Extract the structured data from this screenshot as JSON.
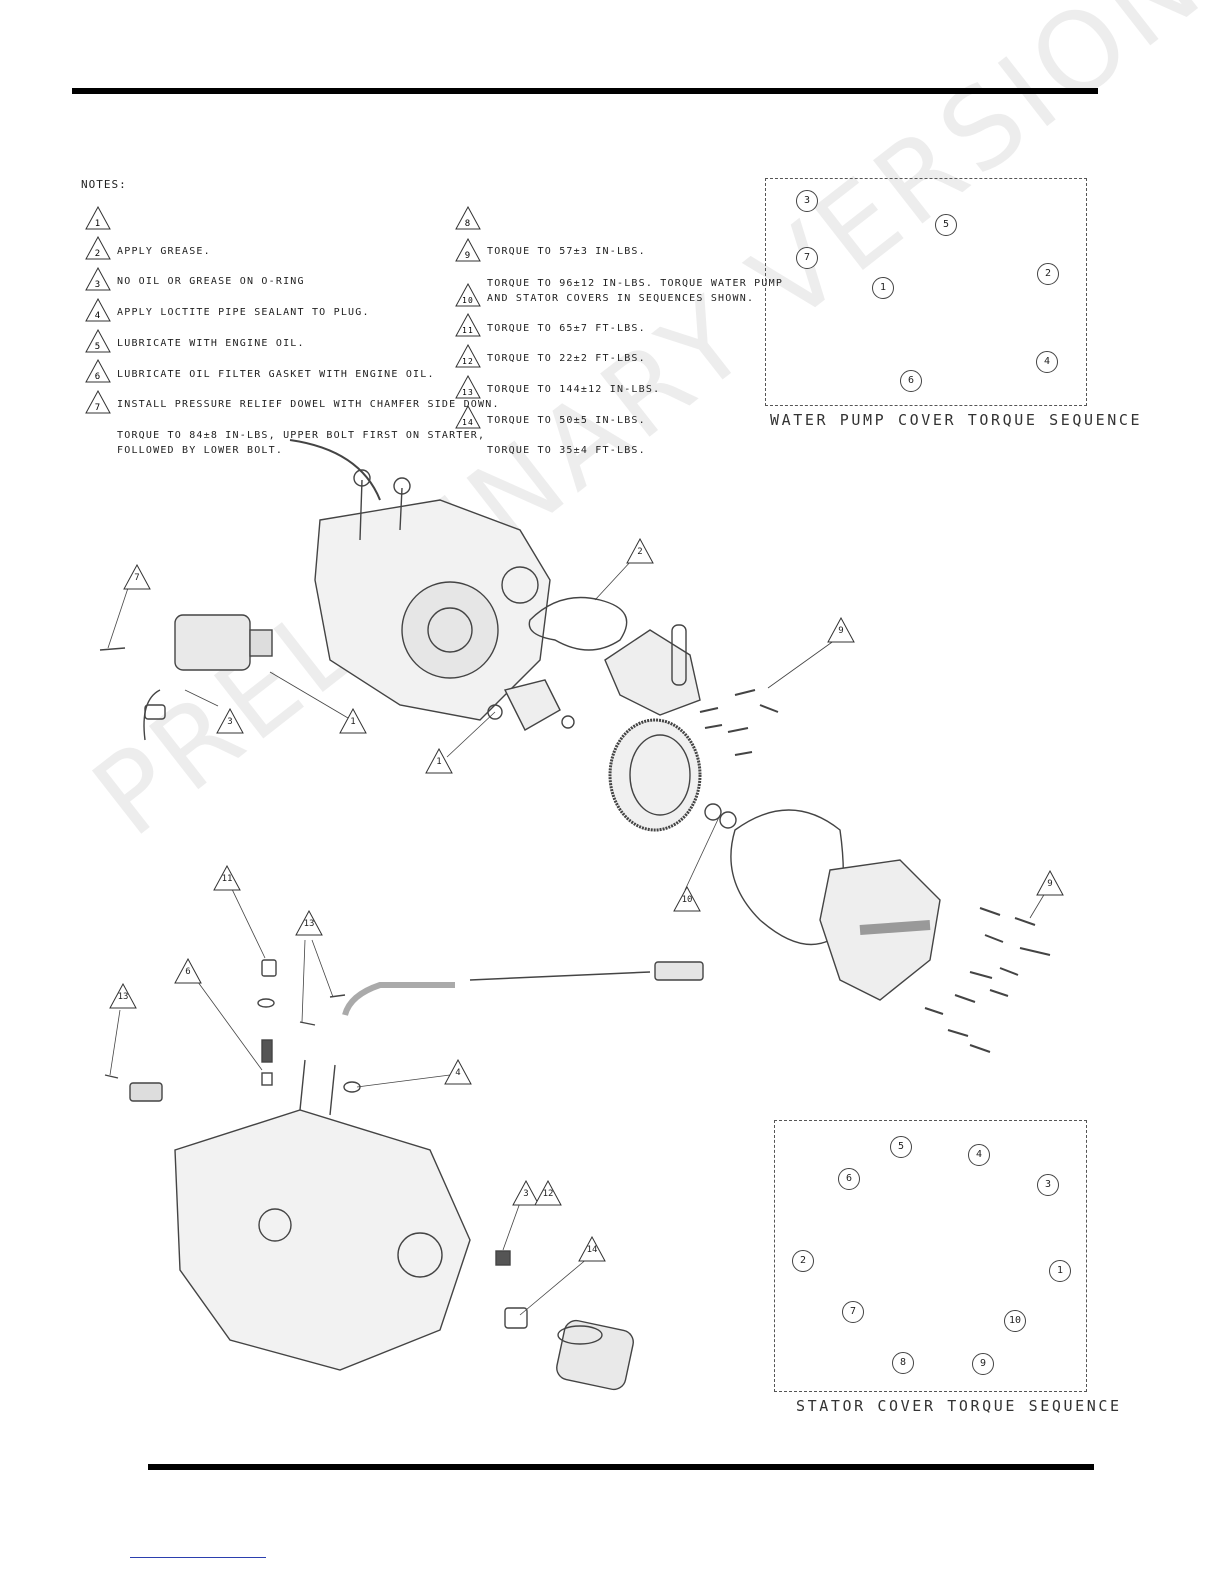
{
  "notes": {
    "title": "NOTES:",
    "items": [
      {
        "num": "1",
        "text": "APPLY GREASE."
      },
      {
        "num": "2",
        "text": "NO OIL OR GREASE ON O-RING"
      },
      {
        "num": "3",
        "text": "APPLY LOCTITE PIPE SEALANT TO PLUG."
      },
      {
        "num": "4",
        "text": "LUBRICATE WITH ENGINE OIL."
      },
      {
        "num": "5",
        "text": "LUBRICATE OIL FILTER GASKET WITH ENGINE OIL."
      },
      {
        "num": "6",
        "text": "INSTALL PRESSURE RELIEF DOWEL WITH CHAMFER SIDE DOWN."
      },
      {
        "num": "7",
        "text": "TORQUE TO 84±8 IN-LBS, UPPER BOLT FIRST ON STARTER,\nFOLLOWED BY LOWER BOLT."
      },
      {
        "num": "8",
        "text": "TORQUE TO 57±3 IN-LBS."
      },
      {
        "num": "9",
        "text": "TORQUE TO 96±12 IN-LBS.  TORQUE WATER PUMP\nAND STATOR COVERS IN SEQUENCES SHOWN."
      },
      {
        "num": "10",
        "text": "TORQUE TO 65±7 FT-LBS."
      },
      {
        "num": "11",
        "text": "TORQUE TO 22±2 FT-LBS."
      },
      {
        "num": "12",
        "text": "TORQUE TO 144±12 IN-LBS."
      },
      {
        "num": "13",
        "text": "TORQUE TO 50±5 IN-LBS."
      },
      {
        "num": "14",
        "text": "TORQUE TO 35±4 FT-LBS."
      }
    ]
  },
  "water_pump_sequence": {
    "caption": "WATER PUMP COVER TORQUE SEQUENCE",
    "numbers": [
      "3",
      "5",
      "7",
      "2",
      "1",
      "4",
      "6"
    ]
  },
  "stator_sequence": {
    "caption": "STATOR COVER TORQUE SEQUENCE",
    "numbers": [
      "5",
      "4",
      "6",
      "3",
      "2",
      "1",
      "7",
      "10",
      "8",
      "9"
    ]
  },
  "callouts": [
    "2",
    "7",
    "9",
    "1",
    "3",
    "1",
    "10",
    "11",
    "13",
    "6",
    "13",
    "9",
    "4",
    "3",
    "12",
    "14"
  ],
  "watermark": "PRELIMINARY VERSION"
}
